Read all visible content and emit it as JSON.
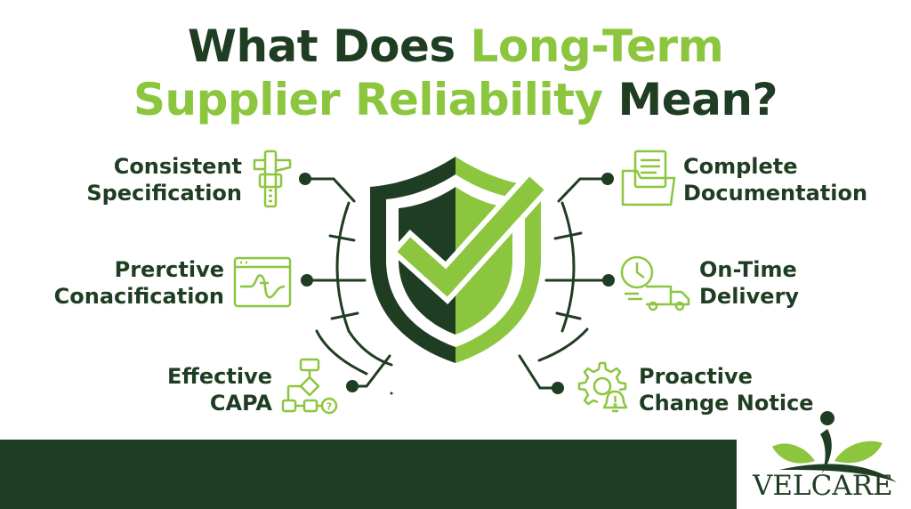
{
  "title": {
    "part1": "What Does ",
    "highlight_line1": "Long-Term",
    "highlight_line2": "Supplier Reliability",
    "part2": " Mean?"
  },
  "left_items": [
    {
      "line1": "Consistent",
      "line2": "Specification",
      "icon": "caliper-icon"
    },
    {
      "line1": "Prerctive",
      "line2": "Conacification",
      "icon": "signal-chart-icon"
    },
    {
      "line1": "Effective",
      "line2": "CAPA",
      "icon": "flowchart-icon"
    }
  ],
  "right_items": [
    {
      "line1": "Complete",
      "line2": "Documentation",
      "icon": "folder-documents-icon"
    },
    {
      "line1": "On-Time",
      "line2": "Delivery",
      "icon": "clock-truck-icon"
    },
    {
      "line1": "Proactive",
      "line2": "Change Notice",
      "icon": "gear-alert-icon"
    }
  ],
  "center": {
    "icon": "shield-check-icon"
  },
  "logo": {
    "text": "VELCARE",
    "icon": "velcare-person-leaves-icon"
  },
  "colors": {
    "dark": "#1f3d23",
    "accent": "#8cc63f"
  }
}
